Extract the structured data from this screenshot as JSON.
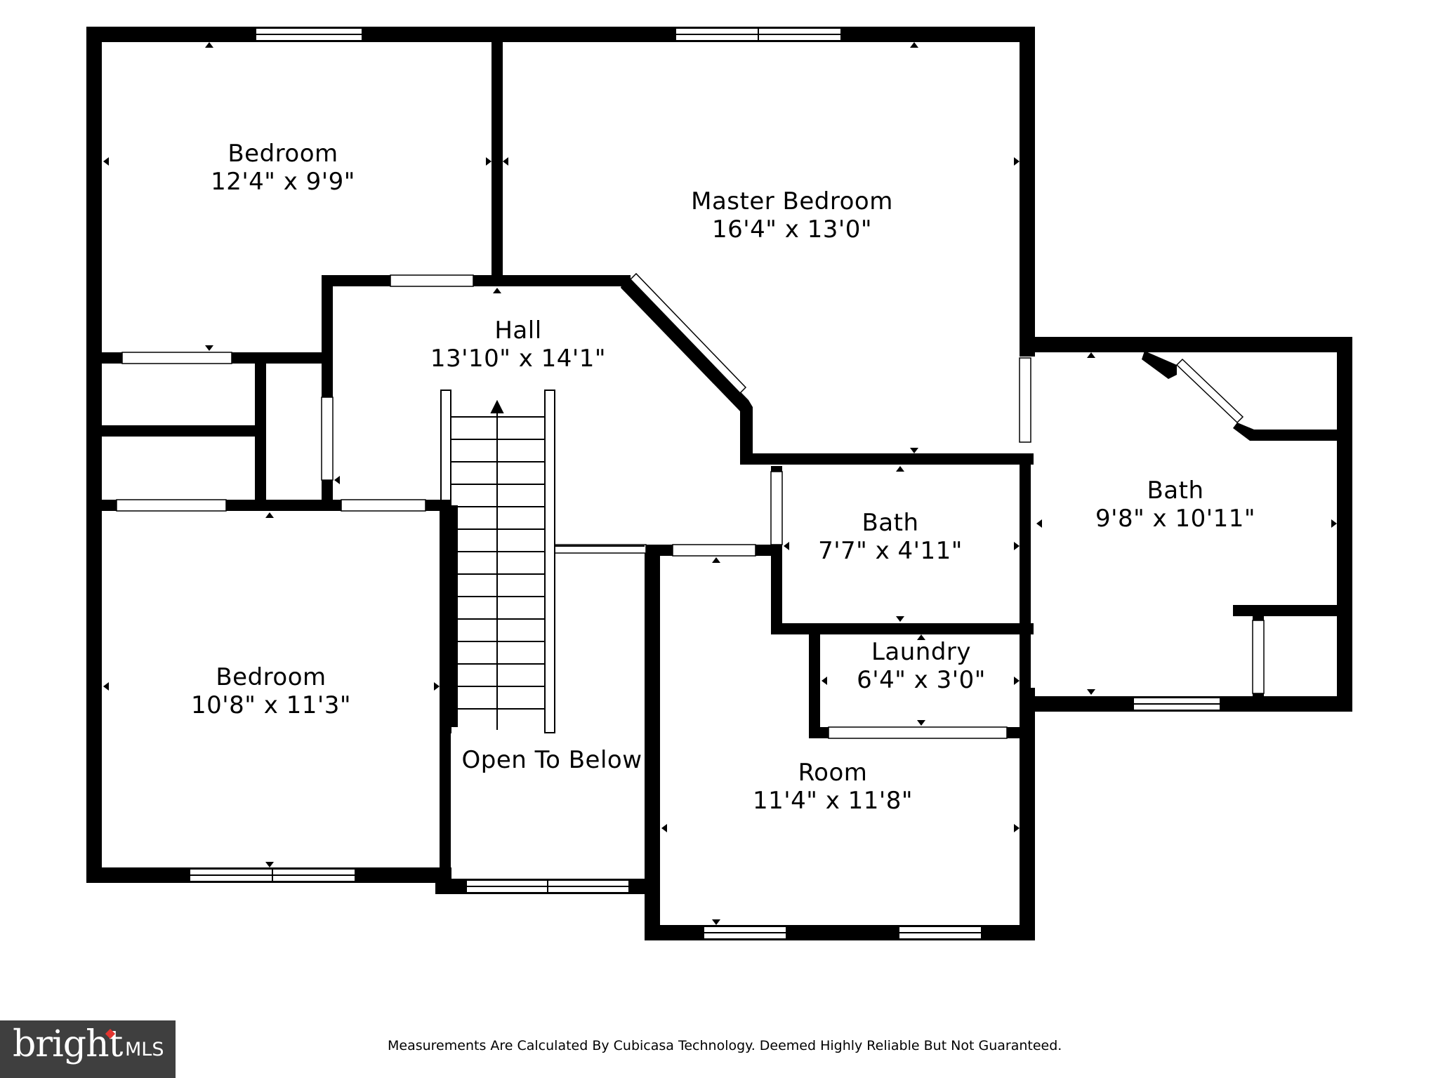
{
  "rooms": {
    "bedroom_ne": {
      "name": "Bedroom",
      "size": "12'4\" x 9'9\""
    },
    "master": {
      "name": "Master Bedroom",
      "size": "16'4\" x 13'0\""
    },
    "hall": {
      "name": "Hall",
      "size": "13'10\" x 14'1\""
    },
    "bath_small": {
      "name": "Bath",
      "size": "7'7\" x 4'11\""
    },
    "bath_large": {
      "name": "Bath",
      "size": "9'8\" x 10'11\""
    },
    "bedroom_sw": {
      "name": "Bedroom",
      "size": "10'8\" x 11'3\""
    },
    "laundry": {
      "name": "Laundry",
      "size": "6'4\" x 3'0\""
    },
    "open_below": {
      "name": "Open To Below"
    },
    "room": {
      "name": "Room",
      "size": "11'4\" x 11'8\""
    }
  },
  "footer": {
    "disclaimer": "Measurements Are Calculated By Cubicasa Technology. Deemed Highly Reliable But Not Guaranteed.",
    "logo_text": "bright",
    "logo_suffix": "MLS"
  },
  "colors": {
    "wall": "#000000",
    "background": "#ffffff",
    "logo_bg": "#3f3f3f",
    "logo_accent": "#e3342f"
  }
}
